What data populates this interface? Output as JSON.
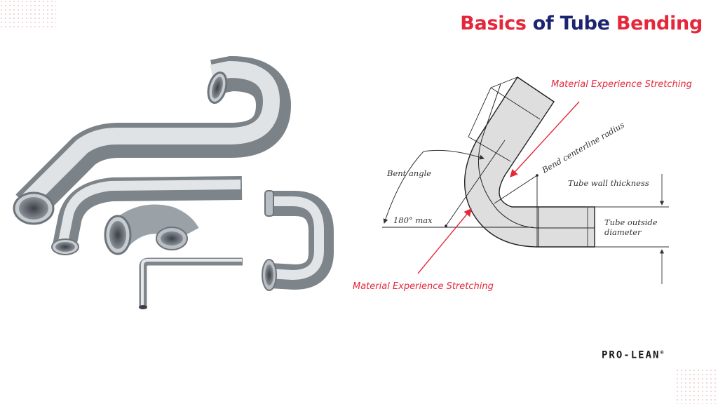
{
  "title": {
    "part1": "Basics",
    "part2": "of",
    "part3": "Tube",
    "part4": "Bending"
  },
  "diagram": {
    "label_top_stretch": "Material Experience Stretching",
    "label_bottom_stretch": "Material Experience Stretching",
    "label_bend_radius": "Bend centerline radius",
    "label_bent_angle": "Bent angle",
    "label_max": "180° max",
    "label_wall": "Tube wall thickness",
    "label_od_1": "Tube outside",
    "label_od_2": "diameter"
  },
  "logo": {
    "text": "PRO-LEAN",
    "mark": "®"
  },
  "colors": {
    "red": "#e4273a",
    "navy": "#1c2470"
  }
}
